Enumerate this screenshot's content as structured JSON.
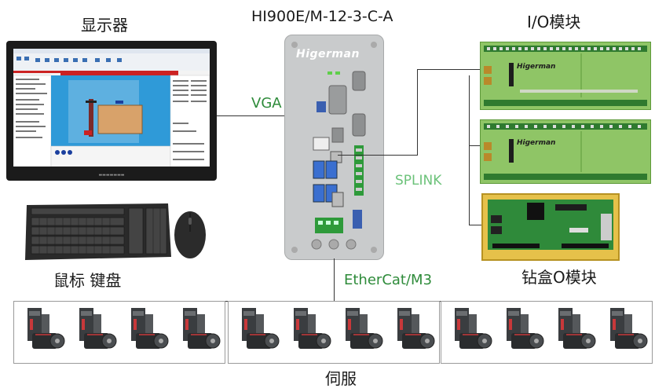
{
  "labels": {
    "display": "显示器",
    "mouse_keyboard": "鼠标 键盘",
    "controller_model": "HI900E/M-12-3-C-A",
    "io_module": "I/O模块",
    "drill_box": "钻盒O模块",
    "servo": "伺服",
    "vga": "VGA",
    "splink": "SPLINK",
    "ethercat": "EtherCat/M3"
  },
  "brand": {
    "controller_logo": "Higerman",
    "io_logo_1": "Higerman",
    "io_logo_2": "Higerman"
  },
  "colors": {
    "vga_label": "#2e8b3a",
    "ethercat_label": "#2e8b3a",
    "splink_label": "#6cc27a",
    "io_board": "#8fc566",
    "drill_board": "#e6c14a",
    "controller": "#c9cbcc"
  },
  "servo_groups": [
    {
      "count": 4
    },
    {
      "count": 4
    },
    {
      "count": 4
    }
  ]
}
